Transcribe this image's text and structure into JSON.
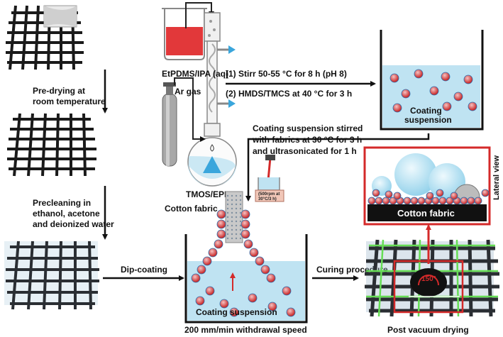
{
  "labels": {
    "pre_drying": [
      "Pre-drying at",
      "room temperature"
    ],
    "precleaning": [
      "Precleaning in",
      "ethanol, acetone",
      "and deionized water"
    ],
    "dip_coating": "Dip-coating",
    "etpdms": "EtPDMS/IPA (aq)",
    "ar_gas": "Ar gas",
    "tmos": "TMOS/EPMM",
    "step1": "(1) Stirr 50-55 °C for 8 h (pH 8)",
    "step2": "(2) HMDS/TMCS at 40 °C for 3 h",
    "coating_top": [
      "Coating",
      "suspension"
    ],
    "stir_note": [
      "Coating suspension stirred",
      "with fabrics at 30 °C for 3 h",
      "and ultrasonicated for 1 h"
    ],
    "beaker_note": [
      "(500rpm at",
      "30°C/3 h)"
    ],
    "cotton_fabric": "Cotton fabric",
    "coating_bottom": "Coating suspension",
    "withdrawal": "200 mm/min withdrawal speed",
    "curing": "Curing procedure",
    "post_vacuum": "Post vacuum drying",
    "lateral_view": "Lateral view",
    "lateral_cotton": "Cotton fabric",
    "angle": "150°"
  },
  "colors": {
    "mesh": "#1a1a1a",
    "liquid_blue": "#bfe3f2",
    "red_liquid": "#e2383a",
    "particle": "#d23a3a",
    "highlight_red": "#d42a2a",
    "green_mesh": "#66dd55",
    "arrow": "#111111"
  }
}
